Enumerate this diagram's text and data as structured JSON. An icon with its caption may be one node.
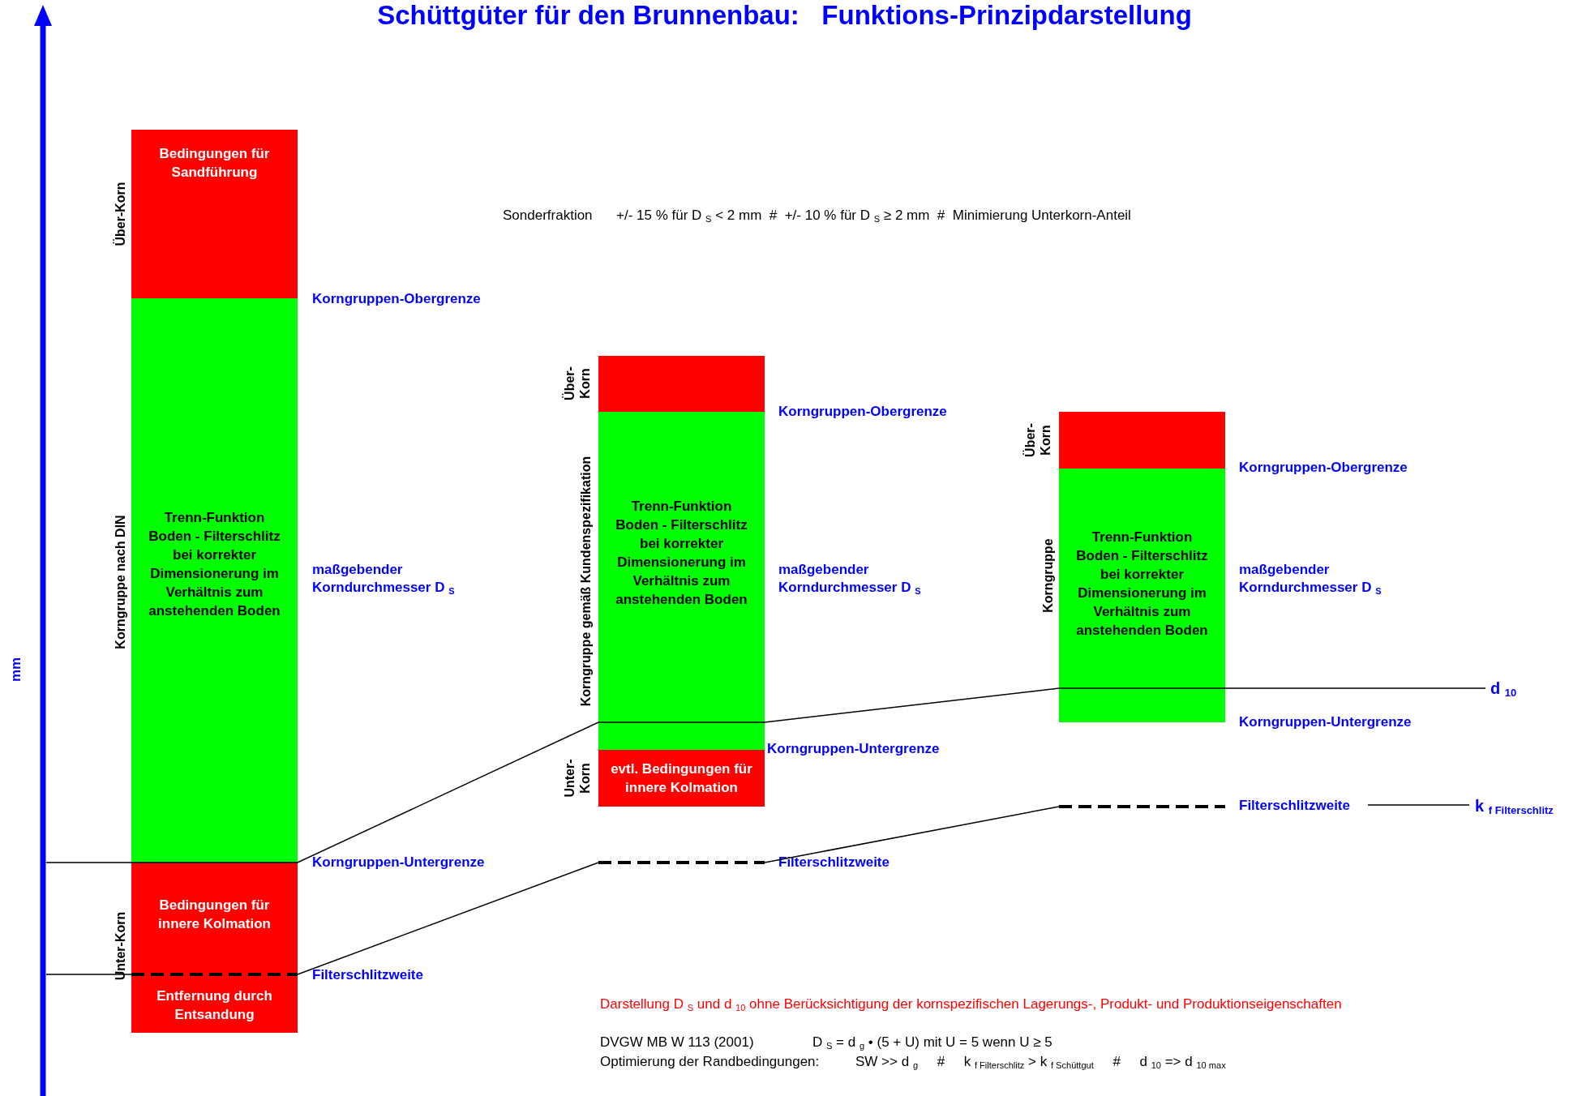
{
  "diagram": {
    "title": "Schüttgüter für den Brunnenbau:   Funktions-Prinzipdarstellung",
    "nodes": [
      {
        "text": [
          "Bedingungen für Sandführung"
        ],
        "beside": [
          "Über-Korn"
        ]
      },
      {
        "text": [
          "Trenn-Funktion Boden - Filterschlitz bei korrekter Dimensionerung im Verhältnis zum anstehenden Boden"
        ],
        "beside": [
          "Korngruppe nach DIN"
        ]
      },
      {
        "text": [
          "Bedingungen für innere Kolmation"
        ],
        "beside": [
          "Unter-Korn"
        ]
      },
      {
        "text": [
          "Entfernung durch Entsandung"
        ]
      },
      {
        "text": [],
        "shape": "box",
        "beside": [
          "Über- Korn"
        ]
      },
      {
        "text": [
          "Trenn-Funktion Boden - Filterschlitz bei korrekter Dimensionerung im Verhältnis zum anstehenden Boden"
        ],
        "beside": [
          "Korngruppe gemäß Kundenspezifikation"
        ]
      },
      {
        "text": [
          "evtl. Bedingungen für innere Kolmation"
        ],
        "beside": [
          "Unter- Korn"
        ]
      },
      {
        "text": [],
        "shape": "box",
        "beside": [
          "Über- Korn"
        ]
      },
      {
        "text": [
          "Trenn-Funktion Boden - Filterschlitz bei korrekter Dimensionerung im Verhältnis zum anstehenden Boden"
        ],
        "beside": [
          "Korngruppe"
        ]
      }
    ],
    "labels": [
      "Sonderfraktion",
      "+/- 15 % für D $_{S}$ < 2 mm  #  +/- 10 % für D $_{S}$ ≥ 2 mm  #  Minimierung Unterkorn-Anteil",
      "Korngruppen-Obergrenze",
      "Korngruppen-Obergrenze",
      "Korngruppen-Obergrenze",
      "maßgebender Korndurchmesser D $_{S}$",
      "maßgebender Korndurchmesser D $_{S}$",
      "maßgebender Korndurchmesser D $_{S}$",
      "mm",
      "d $_{10}$",
      "Korngruppen-Untergrenze",
      "Korngruppen-Untergrenze",
      "Filterschlitzweite",
      "k $_{f Filterschlitz}$",
      "Korngruppen-Untergrenze",
      "Filterschlitzweite",
      "Filterschlitzweite",
      "Darstellung D $_{S}$ und d $_{10}$ ohne Berücksichtigung der kornspezifischen Lagerungs-, Produkt- und Produktionseigenschaften",
      "DVGW MB W 113 (2001)",
      "D $_{S}$ = d $_{g}$ • (5 + U) mit U = 5 wenn U ≥ 5",
      "Optimierung der Randbedingungen:",
      "SW >> d $_{g}$     #     k $_{f Filterschlitz}$ > k $_{f Schüttgut}$     #     d $_{10}$ => d $_{10 max}$"
    ]
  }
}
